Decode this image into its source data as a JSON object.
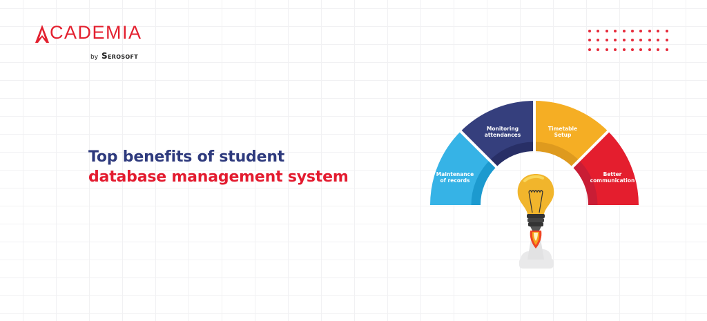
{
  "logo": {
    "name": "CADEMIA",
    "initial": "A",
    "by": "by",
    "brand": "Serosoft",
    "color": "#e3202f"
  },
  "decoration": {
    "dot_grid": {
      "columns": 10,
      "rows": 3,
      "color": "#e62a3a"
    }
  },
  "title": {
    "line1": "Top benefits of student",
    "line2": "database management system",
    "line1_color": "#2e3a7d",
    "line2_color": "#e31b2f"
  },
  "gauge": {
    "segments": [
      {
        "label_line1": "Maintenance",
        "label_line2": "of records",
        "color": "#36b3e6",
        "inner_color": "#1c9acf"
      },
      {
        "label_line1": "Monitoring",
        "label_line2": "attendances",
        "color": "#353f7d",
        "inner_color": "#282f66"
      },
      {
        "label_line1": "Timetable",
        "label_line2": "Setup",
        "color": "#f5ae24",
        "inner_color": "#de9a1e"
      },
      {
        "label_line1": "Better",
        "label_line2": "communication",
        "color": "#e41e2e",
        "inner_color": "#c91d35"
      }
    ],
    "center_icon": "lightbulb-rocket-icon"
  }
}
